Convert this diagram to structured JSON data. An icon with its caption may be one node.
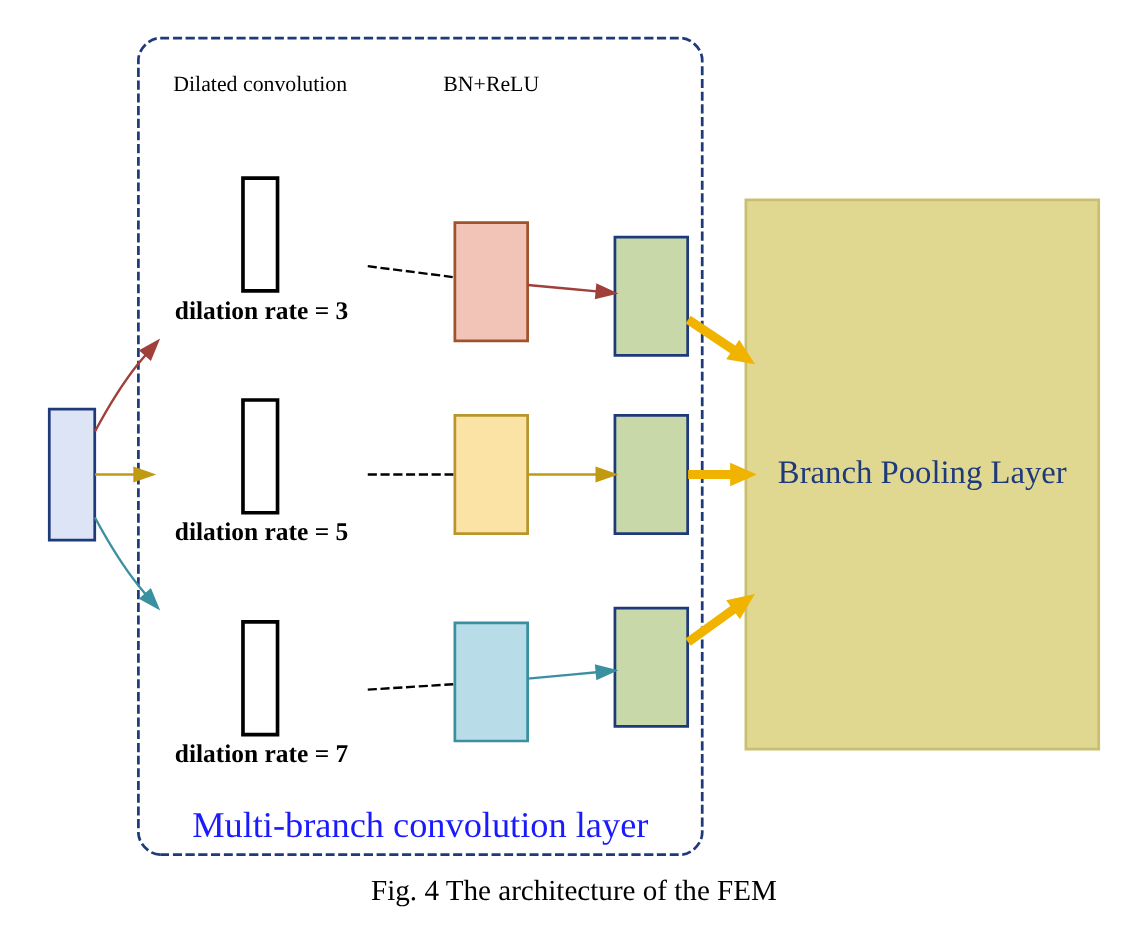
{
  "diagram": {
    "caption": "Fig. 4 The architecture of the FEM",
    "nodes": [
      {
        "text": [
          "Multi-branch convolution layer"
        ]
      },
      {
        "text": [],
        "shape": "box"
      },
      {
        "text": [],
        "shape": "box",
        "in": 0,
        "beside": [
          "dilation rate = 3"
        ]
      },
      {
        "text": [],
        "shape": "box",
        "in": 0
      },
      {
        "text": [],
        "shape": "box",
        "in": 0
      },
      {
        "text": [],
        "shape": "box",
        "in": 0,
        "beside": [
          "dilation rate = 5"
        ]
      },
      {
        "text": [],
        "shape": "box",
        "in": 0
      },
      {
        "text": [],
        "shape": "box",
        "in": 0
      },
      {
        "text": [],
        "shape": "box",
        "in": 0,
        "beside": [
          "dilation rate = 7"
        ]
      },
      {
        "text": [],
        "shape": "box",
        "in": 0
      },
      {
        "text": [],
        "shape": "box",
        "in": 0
      },
      {
        "text": [
          "Branch Pooling Layer"
        ]
      }
    ],
    "edges": [
      {
        "from": 1,
        "to": 2,
        "arrow": "to",
        "color": "#a0403a"
      },
      {
        "from": 1,
        "to": 5,
        "arrow": "to",
        "color": "#c09a10"
      },
      {
        "from": 1,
        "to": 8,
        "arrow": "to",
        "color": "#3a90a0"
      },
      {
        "from": 2,
        "to": 3,
        "arrow": "none",
        "style": "dashed",
        "color": "#000000"
      },
      {
        "from": 3,
        "to": 4,
        "arrow": "to",
        "color": "#a0403a"
      },
      {
        "from": 4,
        "to": 11,
        "arrow": "to",
        "style": "thick",
        "color": "#f0b400"
      },
      {
        "from": 5,
        "to": 6,
        "arrow": "none",
        "style": "dashed",
        "color": "#000000"
      },
      {
        "from": 6,
        "to": 7,
        "arrow": "to",
        "color": "#c09a10"
      },
      {
        "from": 7,
        "to": 11,
        "arrow": "to",
        "style": "thick",
        "color": "#f0b400"
      },
      {
        "from": 8,
        "to": 9,
        "arrow": "none",
        "style": "dashed",
        "color": "#000000"
      },
      {
        "from": 9,
        "to": 10,
        "arrow": "to",
        "color": "#3a90a0"
      },
      {
        "from": 10,
        "to": 11,
        "arrow": "to",
        "style": "thick",
        "color": "#f0b400"
      }
    ],
    "labels": [
      "Dilated convolution",
      "BN+ReLU"
    ]
  }
}
